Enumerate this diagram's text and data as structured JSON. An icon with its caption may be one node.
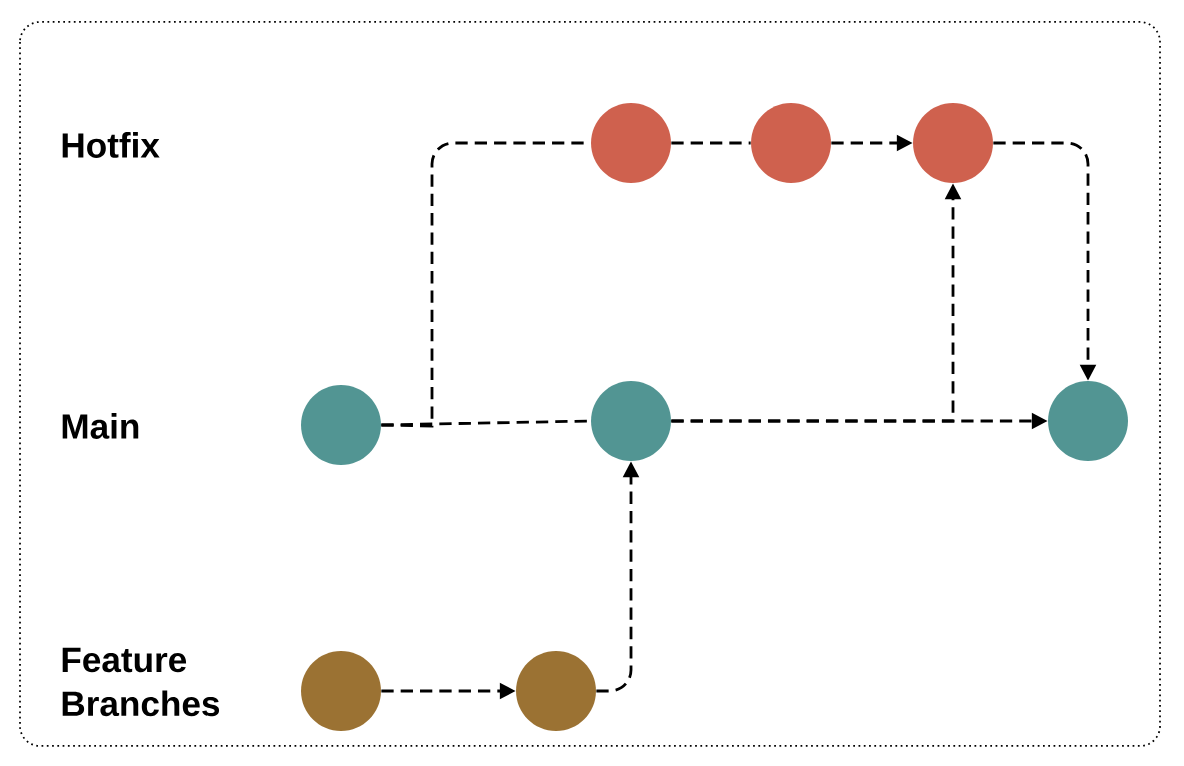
{
  "diagram": {
    "nodes": [
      {
        "text": [],
        "shape": "circle"
      },
      {
        "text": [],
        "shape": "circle"
      },
      {
        "text": [],
        "shape": "circle"
      },
      {
        "text": [],
        "shape": "circle"
      },
      {
        "text": [],
        "shape": "circle"
      },
      {
        "text": [],
        "shape": "circle"
      },
      {
        "text": [],
        "shape": "circle"
      },
      {
        "text": [],
        "shape": "circle"
      }
    ],
    "edges": [
      {
        "from": 0,
        "to": 1,
        "arrow": "none",
        "style": "dashed"
      },
      {
        "from": 0,
        "to": 3,
        "arrow": "none",
        "style": "dashed"
      },
      {
        "from": 3,
        "to": 4,
        "arrow": "none",
        "style": "dashed"
      },
      {
        "from": 4,
        "to": 5,
        "arrow": "to",
        "style": "dashed"
      },
      {
        "from": 5,
        "to": 2,
        "arrow": "to",
        "style": "dashed"
      },
      {
        "from": 1,
        "to": 2,
        "arrow": "to",
        "style": "dashed"
      },
      {
        "from": 1,
        "to": 5,
        "arrow": "to",
        "style": "dashed"
      },
      {
        "from": 6,
        "to": 7,
        "arrow": "to",
        "style": "dashed"
      },
      {
        "from": 7,
        "to": 1,
        "arrow": "to",
        "style": "dashed"
      }
    ],
    "labels": [
      "Hotfix",
      "Main",
      "Feature Branches"
    ]
  }
}
